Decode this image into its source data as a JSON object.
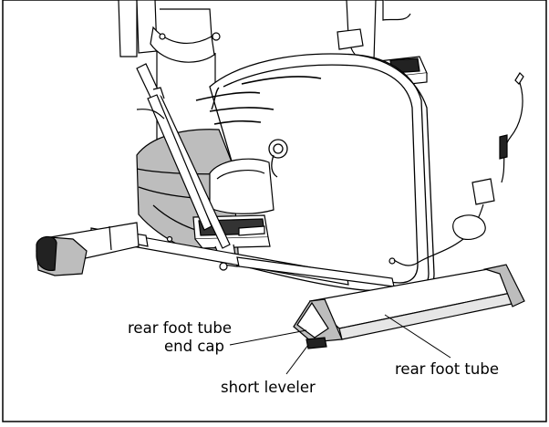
{
  "callouts": {
    "rear_foot_tube_end_cap": {
      "line1": "rear foot tube",
      "line2": "end cap"
    },
    "rear_foot_tube": "rear foot tube",
    "short_leveler": "short leveler"
  },
  "colors": {
    "line": "#000000",
    "fill": "#ffffff",
    "shade": "#cfcfcf",
    "dark": "#222222"
  }
}
